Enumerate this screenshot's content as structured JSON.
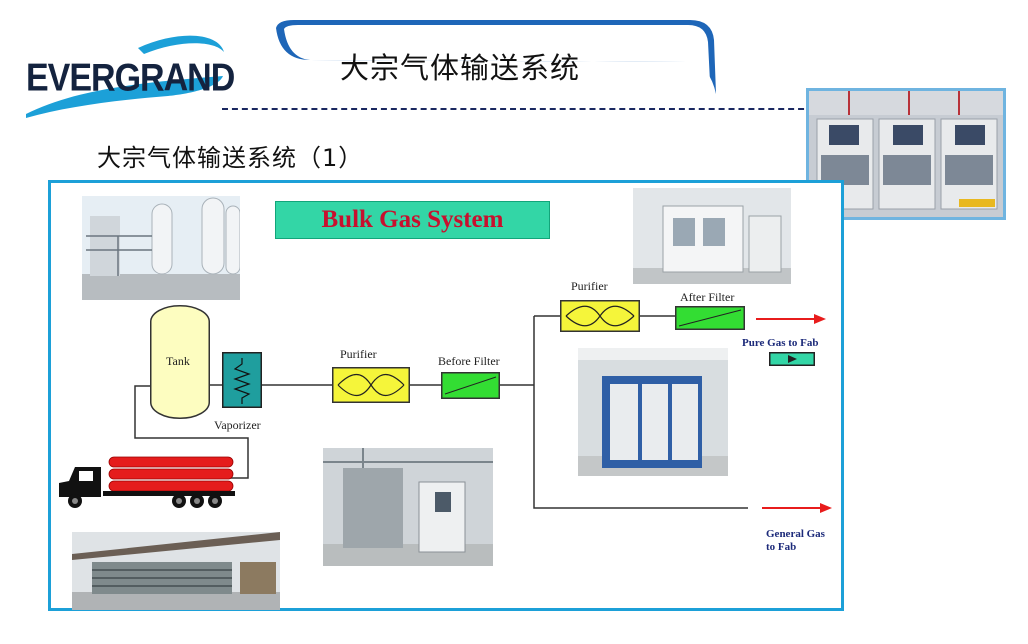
{
  "logo": {
    "text": "EVERGRAND"
  },
  "header": {
    "title": "大宗气体输送系统"
  },
  "section": {
    "heading": "大宗气体输送系统（1）"
  },
  "diagram": {
    "banner": "Bulk Gas System",
    "labels": {
      "tank": "Tank",
      "vaporizer": "Vaporizer",
      "purifier_main": "Purifier",
      "before_filter": "Before Filter",
      "purifier_upper": "Purifier",
      "after_filter": "After Filter",
      "pure_gas": "Pure Gas to Fab",
      "general_gas_line1": "General Gas",
      "general_gas_line2": "to Fab"
    }
  },
  "colors": {
    "frame": "#1ca0d8",
    "banner_bg": "#33d6a6",
    "banner_text": "#c8102e",
    "purifier": "#f5f53a",
    "filter": "#33dd33",
    "tank": "#fdfdc0",
    "vaporizer": "#1f9e9e",
    "arrow": "#e81c1c",
    "label_blue": "#1c2a7a"
  },
  "icons": [
    "truck-icon",
    "arrow-right-icon"
  ]
}
